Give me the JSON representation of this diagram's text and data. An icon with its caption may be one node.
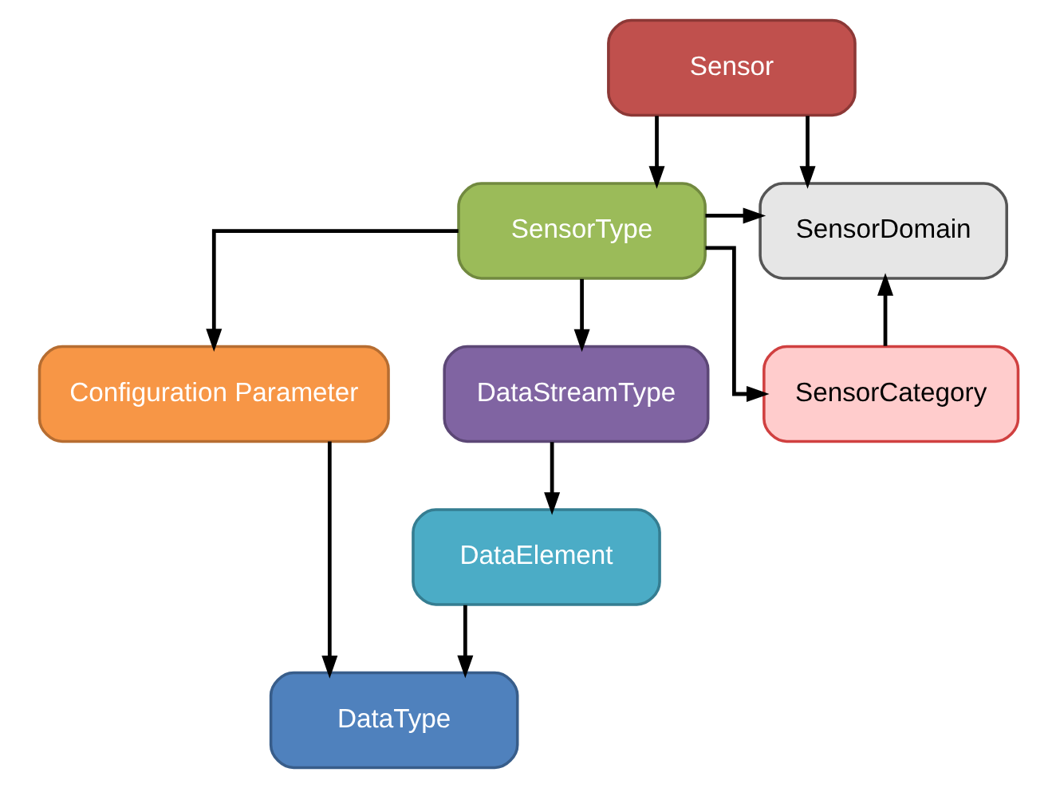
{
  "diagram": {
    "nodes": [
      {
        "text": [
          "Sensor"
        ]
      },
      {
        "text": [
          "SensorType"
        ]
      },
      {
        "text": [
          "SensorDomain"
        ]
      },
      {
        "text": [
          "Configuration Parameter"
        ]
      },
      {
        "text": [
          "DataStreamType"
        ]
      },
      {
        "text": [
          "SensorCategory"
        ]
      },
      {
        "text": [
          "DataElement"
        ]
      },
      {
        "text": [
          "DataType"
        ]
      }
    ],
    "edges": [
      {
        "from": 0,
        "to": 1,
        "arrow": "to"
      },
      {
        "from": 0,
        "to": 2,
        "arrow": "to"
      },
      {
        "from": 1,
        "to": 2,
        "arrow": "to"
      },
      {
        "from": 1,
        "to": 5,
        "arrow": "to"
      },
      {
        "from": 1,
        "to": 3,
        "arrow": "to"
      },
      {
        "from": 1,
        "to": 4,
        "arrow": "to"
      },
      {
        "from": 5,
        "to": 2,
        "arrow": "to"
      },
      {
        "from": 4,
        "to": 6,
        "arrow": "to"
      },
      {
        "from": 6,
        "to": 7,
        "arrow": "to"
      },
      {
        "from": 3,
        "to": 7,
        "arrow": "to"
      }
    ]
  }
}
